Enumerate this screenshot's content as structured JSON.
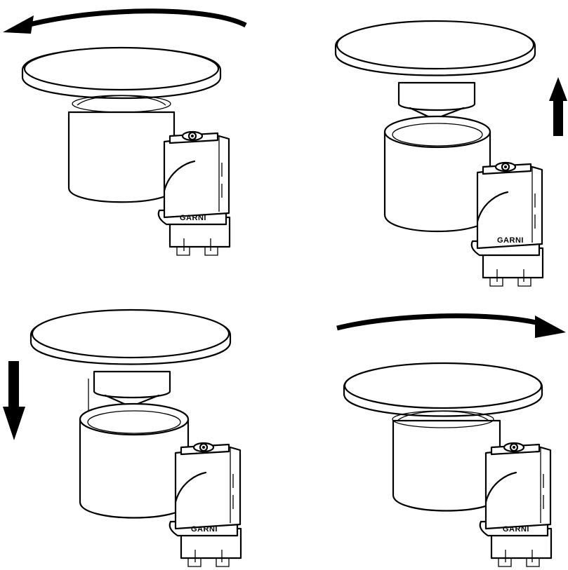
{
  "steps": [
    {
      "id": "step-1",
      "action": "rotate",
      "direction": "counterclockwise"
    },
    {
      "id": "step-2",
      "action": "lift",
      "direction": "up"
    },
    {
      "id": "step-3",
      "action": "lower",
      "direction": "down"
    },
    {
      "id": "step-4",
      "action": "rotate",
      "direction": "clockwise"
    }
  ],
  "brand_label": "GARNI",
  "colors": {
    "line": "#000000",
    "background": "#ffffff"
  }
}
